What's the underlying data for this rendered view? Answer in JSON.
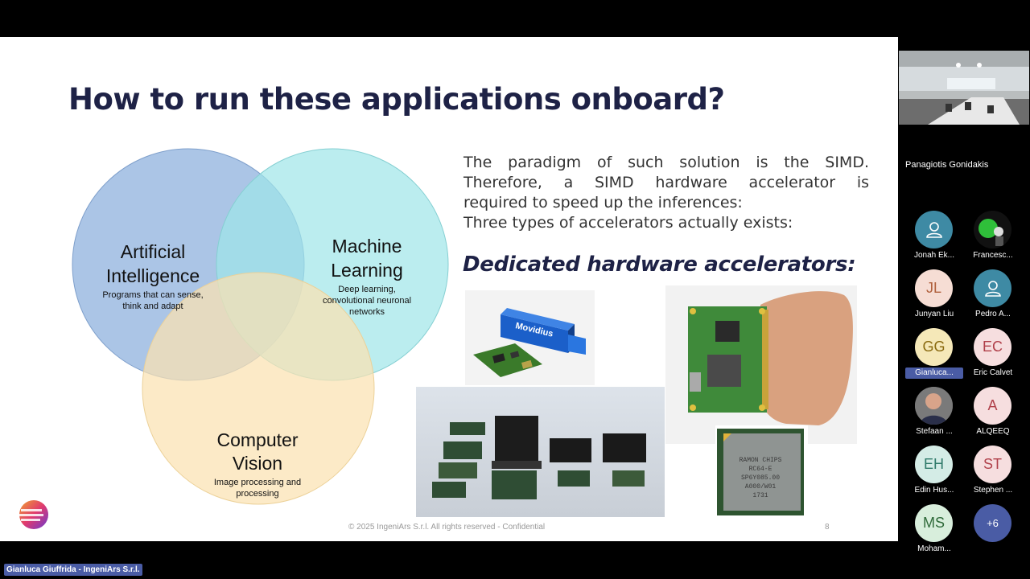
{
  "slide": {
    "title": "How to run these applications onboard?",
    "venn": {
      "ai": {
        "title_line1": "Artificial",
        "title_line2": "Intelligence",
        "sub_line1": "Programs that can sense,",
        "sub_line2": "think and adapt"
      },
      "ml": {
        "title_line1": "Machine",
        "title_line2": "Learning",
        "sub_line1": "Deep learning,",
        "sub_line2": "convolutional neuronal",
        "sub_line3": "networks"
      },
      "cv": {
        "title_line1": "Computer",
        "title_line2": "Vision",
        "sub_line1": "Image processing and",
        "sub_line2": "processing"
      }
    },
    "paragraph": {
      "line1": "The paradigm of such solution is the SIMD.",
      "line2": "Therefore, a SIMD hardware accelerator is",
      "line3": "required to speed up the inferences:",
      "line4": "Three types of accelerators actually exists:"
    },
    "subheading": "Dedicated hardware accelerators:",
    "images": {
      "movidius_label": "Movidius",
      "chip_text": {
        "l1": "RAMON CHIPS",
        "l2": "RC64-E",
        "l3": "SP6Y085.00",
        "l4": "A000/W01",
        "l5": "1731"
      }
    },
    "footer": "© 2025 IngeniArs S.r.l. All rights reserved - Confidential",
    "page_number": "8"
  },
  "meeting": {
    "active_speaker": "Panagiotis Gonidakis",
    "presenter_tag": "Gianluca Giuffrida - IngeniArs S.r.l.",
    "participants": [
      {
        "initials": "",
        "name": "Jonah Ek...",
        "icon": "person-icon"
      },
      {
        "initials": "",
        "name": "Francesc...",
        "icon": "photo-avatar"
      },
      {
        "initials": "JL",
        "name": "Junyan Liu"
      },
      {
        "initials": "",
        "name": "Pedro A...",
        "icon": "person-icon"
      },
      {
        "initials": "GG",
        "name": "Gianluca..."
      },
      {
        "initials": "EC",
        "name": "Eric Calvet"
      },
      {
        "initials": "",
        "name": "Stefaan ...",
        "icon": "photo-avatar"
      },
      {
        "initials": "A",
        "name": "ALQEEQ"
      },
      {
        "initials": "EH",
        "name": "Edin Hus..."
      },
      {
        "initials": "ST",
        "name": "Stephen ..."
      },
      {
        "initials": "MS",
        "name": "Moham..."
      },
      {
        "initials": "+6",
        "name": ""
      }
    ]
  },
  "colors": {
    "title": "#1e2246",
    "ai_circle": "#8fb1dd",
    "ml_circle": "#9ee6e8",
    "cv_circle": "#fbe2b2",
    "highlight": "#4a5ca5"
  }
}
